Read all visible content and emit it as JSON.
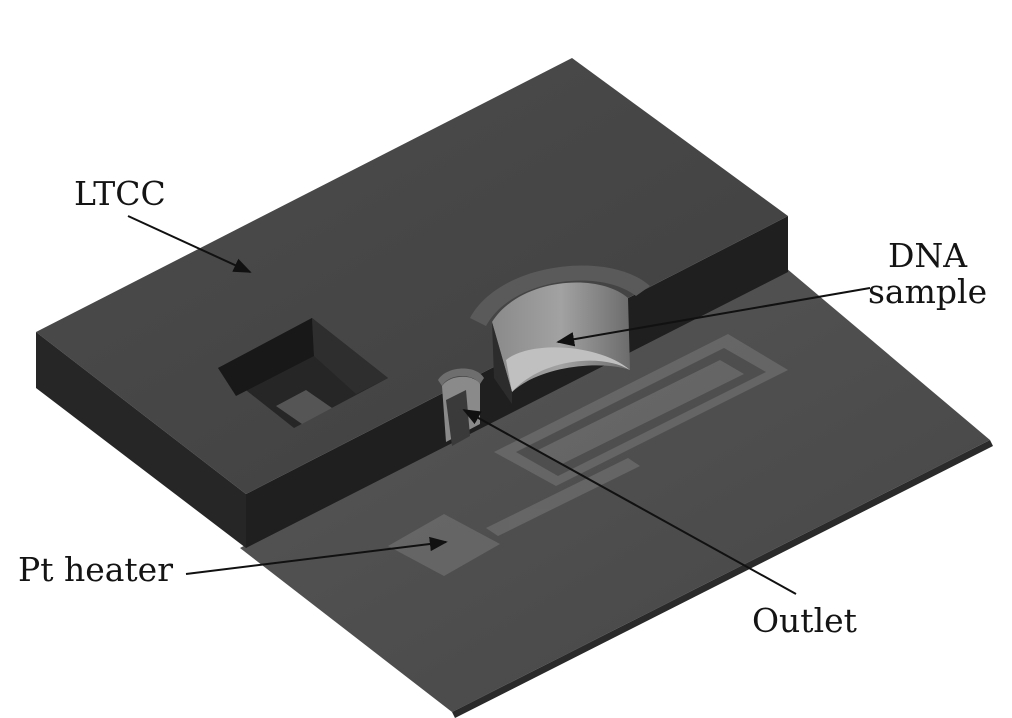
{
  "labels": {
    "ltcc": "LTCC",
    "dna_sample_line1": "DNA",
    "dna_sample_line2": "sample",
    "pt_heater": "Pt heater",
    "outlet": "Outlet"
  },
  "colors": {
    "background": "#ffffff",
    "ltcc_top": "#474747",
    "ltcc_front": "#262626",
    "ltcc_right": "#1f1f1f",
    "substrate": "#4e4e4e",
    "pt_trace": "#6a6a6a",
    "leader_line": "#111111"
  }
}
